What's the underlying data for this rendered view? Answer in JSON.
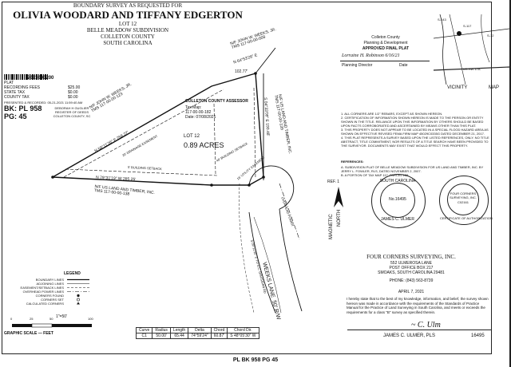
{
  "header": {
    "line1": "BOUNDARY SURVEY AS REQUESTED FOR",
    "names": "OLIVIA WOODARD AND TIFFANY EDGERTON",
    "lot": "LOT 12",
    "subdivision": "BELLE MEADOW SUBDIVISION",
    "county": "COLLETON COUNTY",
    "state": "SOUTH CAROLINA"
  },
  "recording": {
    "doc_number": "2021003200",
    "label": "PLAT",
    "fee_rows": [
      {
        "label": "RECORDING FEES",
        "value": "$25.00"
      },
      {
        "label": "STATE TAX",
        "value": "$0.00"
      },
      {
        "label": "COUNTY TAX",
        "value": "$0.00"
      }
    ],
    "presented": "PRESENTED & RECORDED: 05-21-2021 11:59:40 AM",
    "book": "BK: PL 958",
    "page": "PG: 45",
    "register_note": "DEBORAH H GUGLIER REGISTER OF DEEDS COLLETON COUNTY, SC"
  },
  "approval": {
    "county": "Colleton County",
    "dept": "Planning & Development",
    "approved": "APPROVED FINAL PLAT",
    "signature": "Lorraine H. Robinson 6/16/21",
    "role": "Planning Director",
    "date_label": "Date"
  },
  "vicinity": {
    "title": "VICINITY",
    "map_label": "MAP",
    "road_labels": [
      "S-143",
      "S-117",
      "S-12",
      "US HW 17A"
    ]
  },
  "assessor": {
    "title": "COLLETON COUNTY ASSESSOR",
    "tax_map_label": "Tax Map:",
    "tax_map": "117-00-00-182",
    "date_label": "Date:",
    "date": "07/08/2021"
  },
  "lot_block": {
    "lot": "LOT 12",
    "acres": "0.89 ACRES"
  },
  "parcels": {
    "weeks_top": "N/F JOHN W. WEEKS, JR.",
    "weeks_top_tms": "TMS 117-00-00-008",
    "weeks_left": "N/F JOHN W. WEEKS, JR.",
    "weeks_left_tms": "TMS 117-00-00-123",
    "us_land_right": "N/F US LAND AND TIMBER, INC.",
    "us_land_right_tms": "TMS 117-00-00-139",
    "us_land_bottom": "N/F US LAND AND TIMBER, INC.",
    "us_land_bottom_tms": "TMS 117-00-00-138"
  },
  "bearings": {
    "top": "N 64°53'26\" E",
    "top_dist": "102.77'",
    "left": "N 59°11'26\" E 256.27'",
    "right": "S 04°33'09\" E 190.48'",
    "bottom": "N 79°31'19\" W 285.25'",
    "bottom_road": "S 09°11'35\" E TO S.C. DAVIS/DAN RD",
    "drainage": "20' DRAINAGE EASEMENT",
    "setback_front": "5' BUILDING SETBACK",
    "setback_side": "40' BUILDING SETBACK",
    "utility": "15' UTILITY EASEMENT",
    "power": "OVERHEAD POWER",
    "road": "WEEKS LANE",
    "row": "50' R/W"
  },
  "notes": [
    "1. ALL CORNERS ARE 1/2\" REBARS, EXCEPT AS SHOWN HEREON.",
    "2. CERTIFICATION OF INFORMATION SHOWN HEREON IS MADE TO THE PERSON OR ENTITY SHOWN IN THE TITLE. RELIANCE UPON THIS INFORMATION BY OTHERS SHOULD BE BASED UPON FACTS CORROBORATED AND ASCERTAINED BY MEANS OTHER THAN THIS PLAT.",
    "3. THIS PROPERTY DOES NOT APPEAR TO BE LOCATED IN A SPECIAL FLOOD HAZARD AREA AS SHOWN ON EFFECTIVE REVISED FEMA FIRM MAP 45029C0335G DATED DECEMBER 21, 2017.",
    "4. THIS PLAT REPRESENTS A SURVEY BASED UPON THE LISTED REFERENCES, ONLY. NO TITLE ABSTRACT, TITLE COMMITMENT, NOR RESULTS OF A TITLE SEARCH HAVE BEEN PROVIDED TO THE SURVEYOR. DOCUMENTS MAY EXIST THAT WOULD EFFECT THIS PROPERTY."
  ],
  "refs_title": "REFERENCES:",
  "references": [
    "A. SUBDIVISION PLAT OF BELLE MEADOW SUBDIVISION FOR US LAND AND TIMBER, INC. BY JERRY L. FOWLER, RLS, DATED NOVEMBER 2, 2007.",
    "B. A PORTION OF TAX MAP 117, PARCEL 138"
  ],
  "ref_label": "REF. 1",
  "north_label": "MAGNETIC",
  "north_word": "NORTH",
  "seal1": {
    "state": "SOUTH CAROLINA",
    "no": "No.16495",
    "name": "JAMES C. ULMER"
  },
  "seal2": {
    "line1": "FOUR CORNERS",
    "line2": "SURVEYING, INC.",
    "no": "C02161",
    "ring": "CERTIFICATE OF AUTHORIZATION"
  },
  "firm": {
    "name": "FOUR CORNERS SURVEYING, INC.",
    "addr1": "552 ULMEROSA LANE",
    "addr2": "POST OFFICE BOX 217",
    "addr3": "SMOAKS, SOUTH CAROLINA    29481",
    "phone": "PHONE: (843) 563-8739",
    "date": "APRIL 7, 2021"
  },
  "certification": "I hereby state that to the best of my knowledge, information, and belief, the survey shown hereon was made in accordance with the requirements of the Standards of Practice Manual for the Practice of Land Surveying in South Carolina, and meets or exceeds the requirements for a class \"B\" survey as specified therein.",
  "surveyor": {
    "name": "JAMES C. ULMER, PLS",
    "license": "16495"
  },
  "legend": {
    "title": "LEGEND",
    "items": [
      "BOUNDARY LINES",
      "ADJOINING LINES",
      "EASEMENT/SETBACK LINES",
      "OVERHEAD POWER LINES",
      "CORNERS FOUND",
      "CORNERS SET",
      "CALCULATED CORNERS"
    ]
  },
  "scale": {
    "text": "1\"=50'",
    "ticks": [
      "0",
      "25",
      "50",
      "100"
    ],
    "label": "GRAPHIC SCALE — FEET"
  },
  "curve_table": {
    "headers": [
      "Curve",
      "Radius",
      "Length",
      "Delta",
      "Chord",
      "Chord Dir."
    ],
    "rows": [
      [
        "C1",
        "50.00'",
        "65.44",
        "74°59'24\"",
        "60.87'",
        "S 48°05'30\" W"
      ]
    ]
  },
  "footer": "PL BK 958 PG 45"
}
